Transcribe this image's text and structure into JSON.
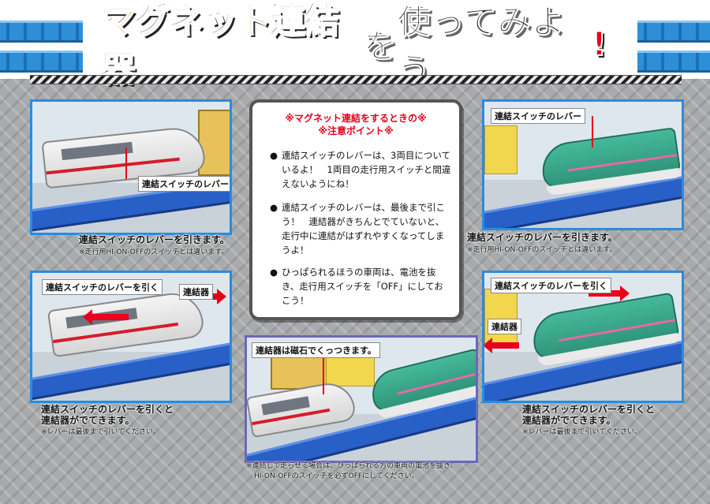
{
  "title": {
    "part1": "マグネット連結器",
    "part2": "を",
    "part3": "使ってみよう",
    "part4": "!"
  },
  "notice": {
    "title_line1": "※マグネット連結をするときの※",
    "title_line2": "※注意ポイント※",
    "bullet": "●",
    "items": [
      "連結スイッチのレバーは、3両目についているよ！　1両目の走行用スイッチと間違えないようにね！",
      "連結スイッチのレバーは、最後まで引こう！　連結器がきちんとでていないと、走行中に連結がはずれやすくなってしまうよ！",
      "ひっぱられるほうの車両は、電池を抜き、走行用スイッチを「OFF」にしておこう！"
    ]
  },
  "panels": {
    "top_left": {
      "label_lever": "連結スイッチのレバー",
      "caption": "連結スイッチのレバーを引きます。",
      "note": "※走行用HI-ON-OFFのスイッチとは違います。"
    },
    "top_right": {
      "label_lever": "連結スイッチのレバー",
      "caption": "連結スイッチのレバーを引きます。",
      "note": "※走行用HI-ON-OFFのスイッチとは違います。"
    },
    "mid_left": {
      "label_pull": "連結スイッチのレバーを引く",
      "label_coupler": "連結器",
      "caption1": "連結スイッチのレバーを引くと",
      "caption2": "連結器がでてきます。",
      "note": "※レバーは最後まで引いてください。"
    },
    "mid_right": {
      "label_pull": "連結スイッチのレバーを引く",
      "label_coupler": "連結器",
      "caption1": "連結スイッチのレバーを引くと",
      "caption2": "連結器がでてきます。",
      "note": "※レバーは最後まで引いてください。"
    },
    "center": {
      "label": "連結器は磁石でくっつきます。"
    }
  },
  "bottom_note": {
    "line1": "※連結して走らせる場合は、ひっぱられる方の車両の電池を抜き、",
    "line2": "HI-ON-OFFのスイッチを必ずOFFにしてください。"
  },
  "colors": {
    "title_orange": "#ff8a00",
    "title_red": "#e8001b",
    "panel_blue": "#2a8be0",
    "panel_purple": "#6c67b8",
    "rail_blue": "#2d8fd8"
  }
}
